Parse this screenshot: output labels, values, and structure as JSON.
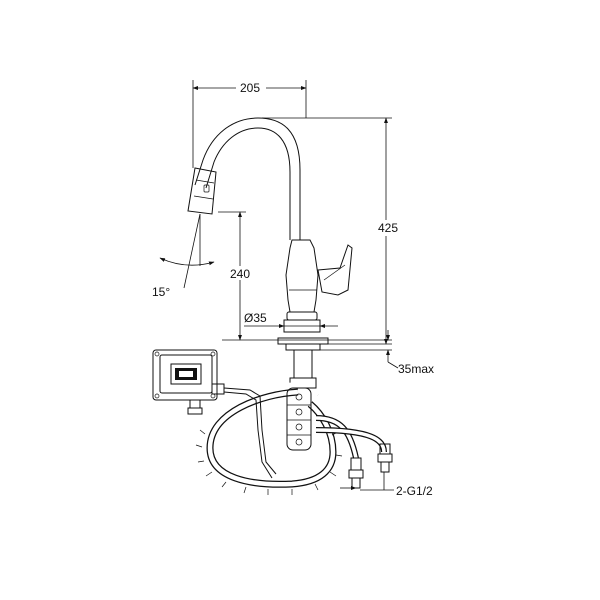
{
  "dimensions": {
    "width": "205",
    "height": "425",
    "spout_height": "240",
    "angle": "15°",
    "base_diameter": "Ø35",
    "deck_thickness": "35max",
    "connections": "2-G1/2"
  }
}
